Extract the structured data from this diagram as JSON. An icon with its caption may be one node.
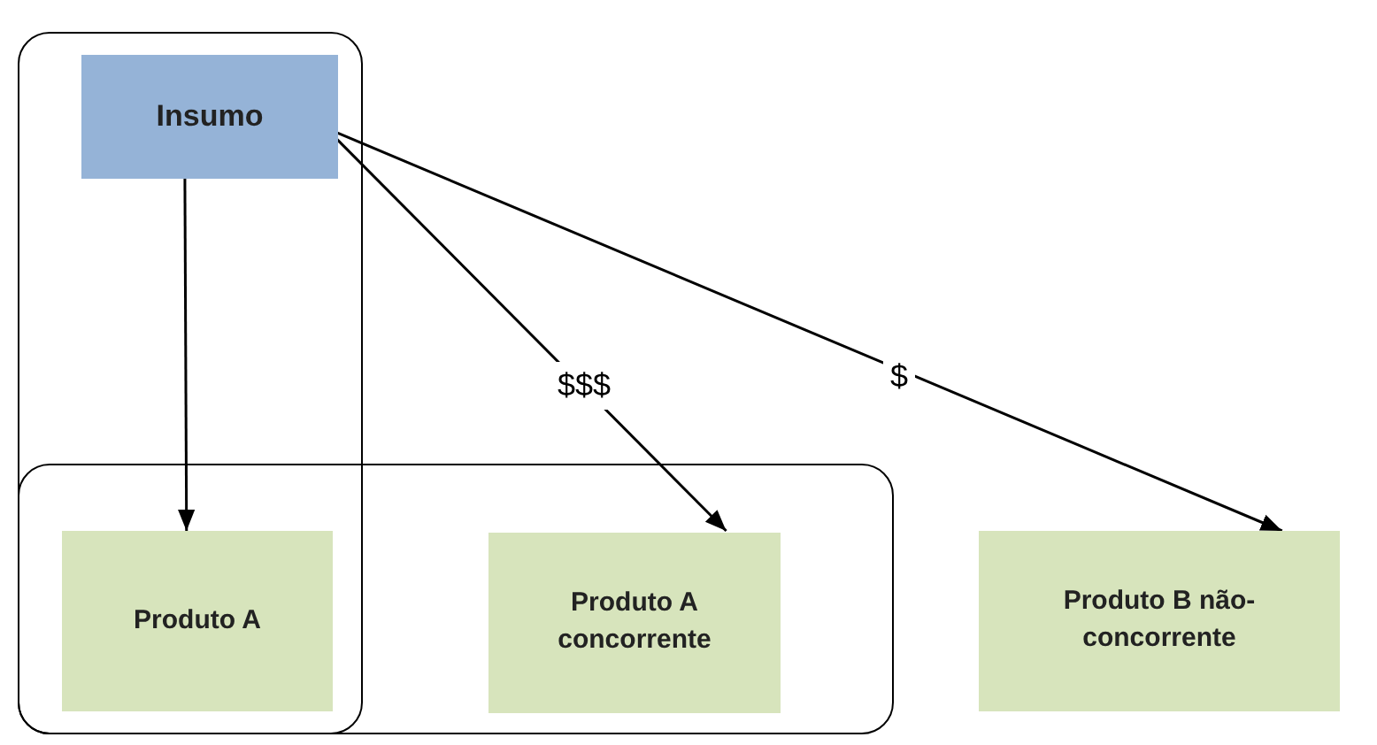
{
  "diagram": {
    "nodes": [
      {
        "text": [],
        "shape": "box"
      },
      {
        "text": [
          "Insumo"
        ],
        "in": 0
      },
      {
        "text": [],
        "shape": "box"
      },
      {
        "text": [
          "Produto A"
        ]
      },
      {
        "text": [
          "Produto A concorrente"
        ],
        "in": 2
      },
      {
        "text": [
          "Produto B não-concorrente"
        ]
      }
    ],
    "edges": [
      {
        "from": 1,
        "to": 3,
        "arrow": "to"
      },
      {
        "from": 1,
        "to": 4,
        "arrow": "to",
        "label": "$$$"
      },
      {
        "from": 1,
        "to": 5,
        "arrow": "to",
        "label": "$"
      }
    ]
  }
}
